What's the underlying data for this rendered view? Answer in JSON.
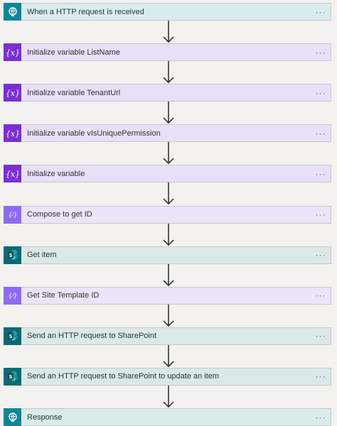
{
  "flow": {
    "steps": [
      {
        "title": "When a HTTP request is received",
        "kind": "request",
        "icon": "http-request-icon",
        "more": "···"
      },
      {
        "title": "Initialize variable ListName",
        "kind": "variable",
        "icon": "variable-icon",
        "more": "···"
      },
      {
        "title": "Initialize variable TenantUrl",
        "kind": "variable",
        "icon": "variable-icon",
        "more": "···"
      },
      {
        "title": "Initialize variable vIsUniquePermission",
        "kind": "variable",
        "icon": "variable-icon",
        "more": "···"
      },
      {
        "title": "Initialize variable",
        "kind": "variable",
        "icon": "variable-icon",
        "more": "···"
      },
      {
        "title": "Compose to get ID",
        "kind": "compose",
        "icon": "compose-icon",
        "more": "···"
      },
      {
        "title": "Get item",
        "kind": "sharepoint",
        "icon": "sharepoint-icon",
        "more": "···"
      },
      {
        "title": "Get Site Template ID",
        "kind": "compose",
        "icon": "compose-icon",
        "more": "···"
      },
      {
        "title": "Send an HTTP request to SharePoint",
        "kind": "sharepoint",
        "icon": "sharepoint-icon",
        "more": "···"
      },
      {
        "title": "Send an HTTP request to SharePoint to update an item",
        "kind": "sharepoint",
        "icon": "sharepoint-icon",
        "more": "···"
      },
      {
        "title": "Response",
        "kind": "request",
        "icon": "http-request-icon",
        "more": "···"
      }
    ]
  },
  "colors": {
    "request": "#0f8796",
    "variable": "#7a2fd5",
    "compose": "#8d6bf0",
    "sharepoint": "#0b6a74",
    "connector": "#333333"
  }
}
